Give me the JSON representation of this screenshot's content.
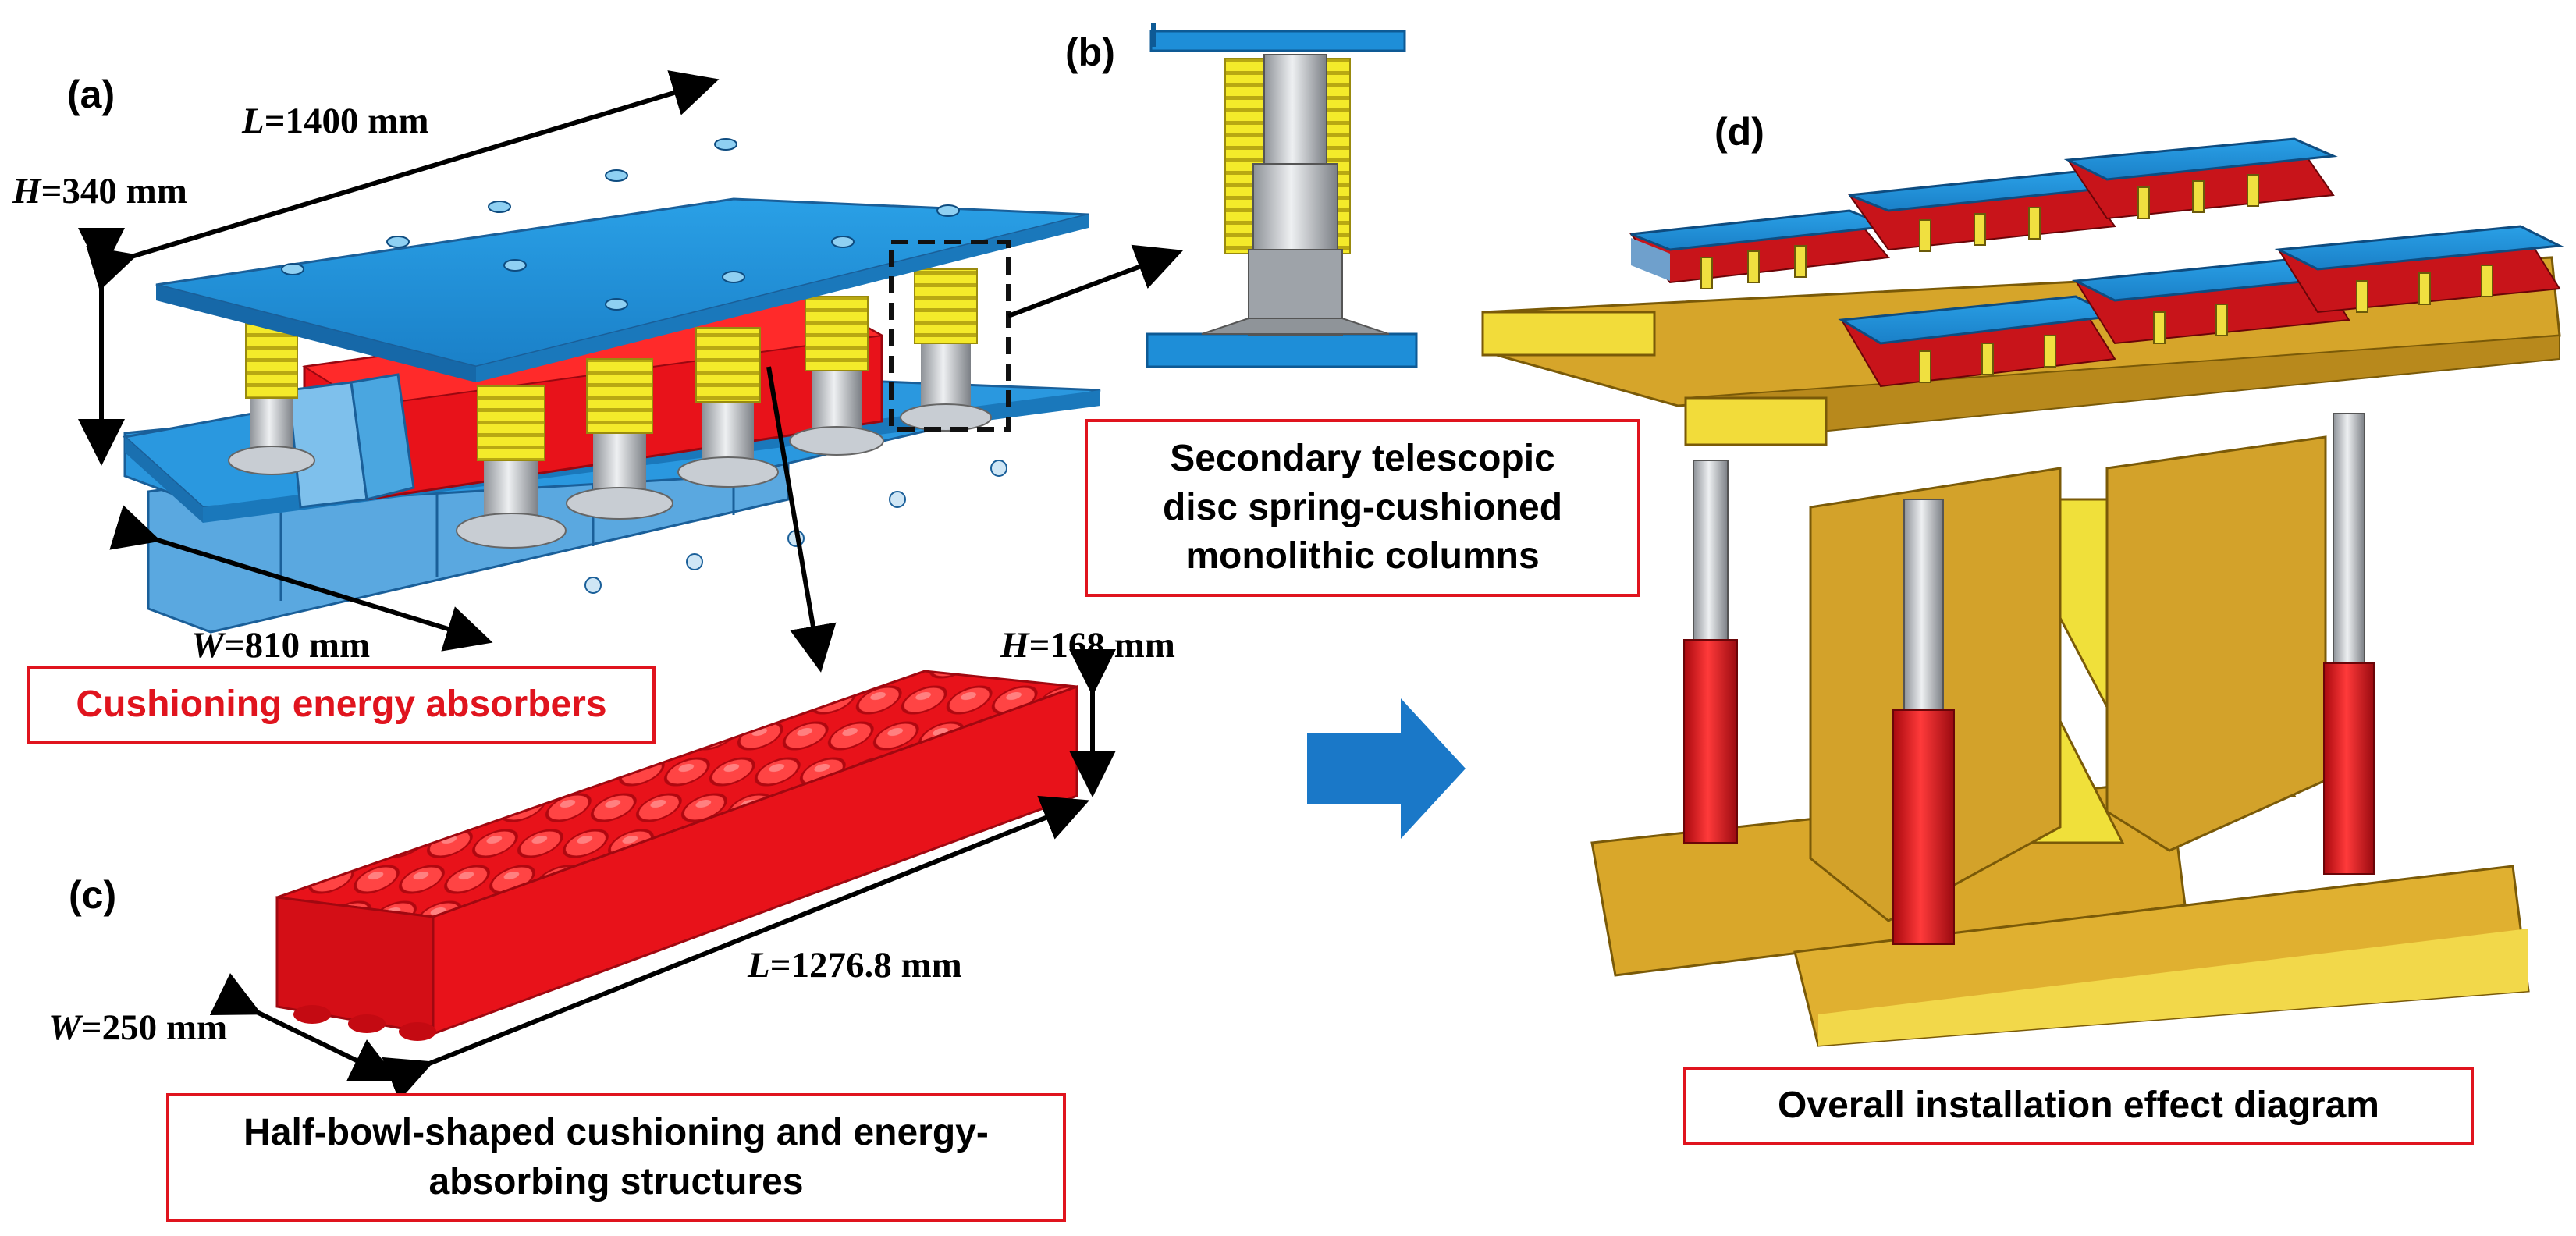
{
  "panels": {
    "a": "(a)",
    "b": "(b)",
    "c": "(c)",
    "d": "(d)"
  },
  "dimensions": {
    "a_length": {
      "symbol": "L",
      "value": "=1400 mm"
    },
    "a_height": {
      "symbol": "H",
      "value": "=340 mm"
    },
    "a_width": {
      "symbol": "W",
      "value": "=810 mm"
    },
    "c_height": {
      "symbol": "H",
      "value": "=168 mm"
    },
    "c_length": {
      "symbol": "L",
      "value": "=1276.8 mm"
    },
    "c_width": {
      "symbol": "W",
      "value": "=250 mm"
    }
  },
  "labels": {
    "cushioning": "Cushioning energy absorbers",
    "columns_line1": "Secondary telescopic",
    "columns_line2": "disc spring-cushioned",
    "columns_line3": "monolithic columns",
    "half_bowl_line1": "Half-bowl-shaped cushioning and energy-",
    "half_bowl_line2": "absorbing structures",
    "overall": "Overall installation effect diagram"
  },
  "colors": {
    "plate_blue": "#1e90d6",
    "absorber_red": "#e8121a",
    "spring_yellow": "#f2e81e",
    "steel_gray": "#b8bcc2",
    "support_gold": "#d9a72a",
    "arrow_blue": "#1a78c8",
    "label_border": "#e0141e"
  }
}
